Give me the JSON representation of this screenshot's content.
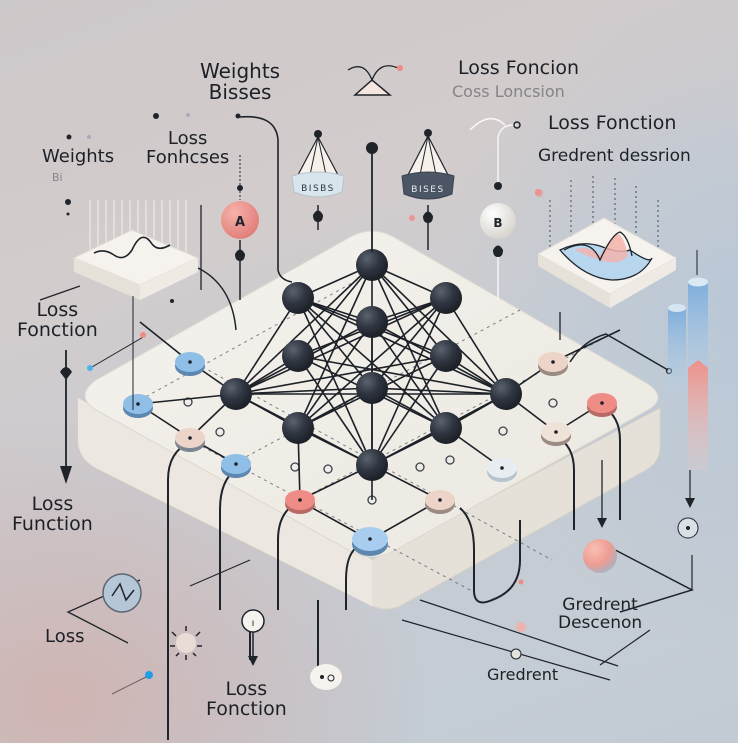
{
  "labels": {
    "weights_bisses_top": {
      "line1": "Weights",
      "line2": "Bisses"
    },
    "weights_left": "Weights",
    "weights_left_ghost": "Bi",
    "loss_fonhcses": {
      "line1": "Loss",
      "line2": "Fonhcses"
    },
    "loss_fonction_top": "Loss Foncion",
    "coss_ghost": "Coss Loncsion",
    "loss_fonction_right": "Loss Fonction",
    "gredrent_dessrion": "Gredrent dessrion",
    "loss_fonction_left": {
      "line1": "Loss",
      "line2": "Fonction"
    },
    "loss_function_left": {
      "line1": "Loss",
      "line2": "Function"
    },
    "loss_bottom_left": "Loss",
    "loss_fonction_bottom": {
      "line1": "Loss",
      "line2": "Fonction"
    },
    "gredrent_descenon": {
      "line1": "Gredrent",
      "line2": "Descenon"
    },
    "gredrent_bottom": "Gredrent"
  },
  "badges": {
    "bisses_light": "BISBS",
    "bisses_dark": "BISES",
    "sphere_a": "A",
    "sphere_b": "B"
  },
  "colors": {
    "node_dark": "#2f3540",
    "platform": "#f1eee8",
    "platform_side": "#e2ddd4",
    "accent_blue": "#8fbfe6",
    "accent_pink": "#ef8c86",
    "accent_peach": "#ecd5c8",
    "line": "#1f242b"
  },
  "network": {
    "node_count": 13
  }
}
